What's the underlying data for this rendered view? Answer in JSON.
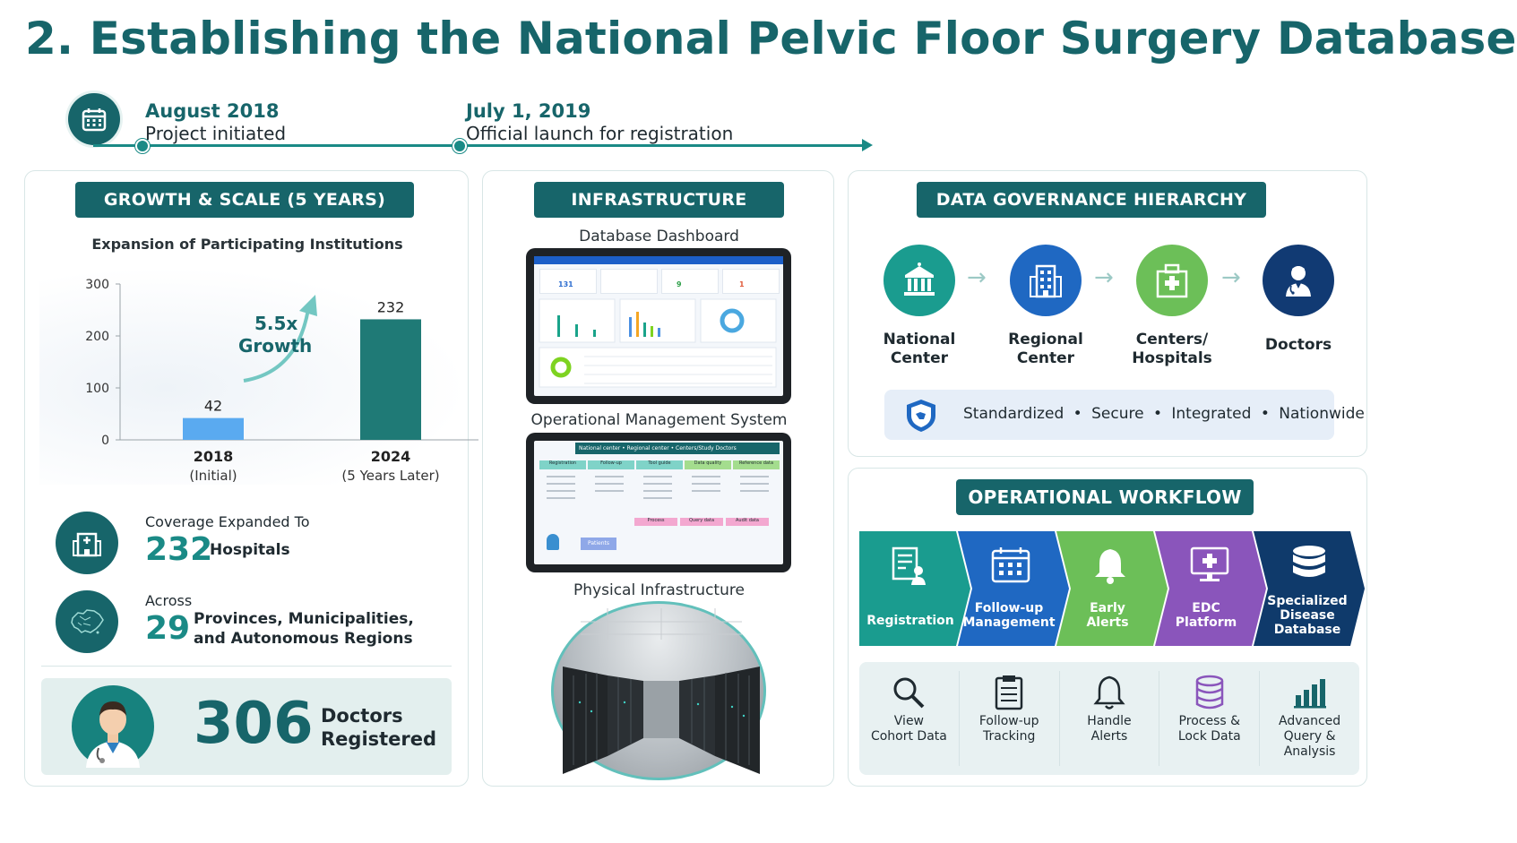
{
  "title": "2. Establishing the National Pelvic Floor Surgery Database",
  "timeline": [
    {
      "date": "August 2018",
      "desc": "Project initiated"
    },
    {
      "date": "July 1, 2019",
      "desc": "Official launch for registration"
    }
  ],
  "growth": {
    "header": "GROWTH & SCALE (5 YEARS)",
    "chart_title": "Expansion of Participating Institutions",
    "growth_label_1": "5.5x",
    "growth_label_2": "Growth",
    "coverage_prefix": "Coverage Expanded To",
    "coverage_value": "232",
    "coverage_unit": "Hospitals",
    "across_prefix": "Across",
    "across_value": "29",
    "across_text_1": "Provinces, Municipalities,",
    "across_text_2": "and Autonomous Regions",
    "doctors_value": "306",
    "doctors_text_1": "Doctors",
    "doctors_text_2": "Registered"
  },
  "chart_data": {
    "type": "bar",
    "title": "Expansion of Participating Institutions",
    "categories": [
      "2018",
      "2024"
    ],
    "category_sublabels": [
      "(Initial)",
      "(5 Years Later)"
    ],
    "values": [
      42,
      232
    ],
    "data_labels": [
      "42",
      "232"
    ],
    "bar_colors": [
      "#5aaaf0",
      "#1f7a76"
    ],
    "ylim": [
      0,
      300
    ],
    "yticks": [
      "0",
      "100",
      "200",
      "300"
    ],
    "ytick_values": [
      0,
      100,
      200,
      300
    ],
    "xlabel": "",
    "ylabel": "",
    "grid": false
  },
  "infrastructure": {
    "header": "INFRASTRUCTURE",
    "caption_1": "Database Dashboard",
    "caption_2": "Operational Management System",
    "caption_3": "Physical Infrastructure",
    "dash_kpis": [
      "131",
      "9",
      "1"
    ],
    "ops_banner": "National center • Regional center • Centers/Study Doctors",
    "ops_cols": [
      "Registration",
      "Follow-up",
      "Tool guide",
      "Data quality",
      "Reference data"
    ],
    "ops_row2": [
      "Process",
      "Query data",
      "Audit data"
    ],
    "ops_box": "Patients"
  },
  "governance": {
    "header": "DATA GOVERNANCE HIERARCHY",
    "levels": [
      {
        "line1": "National",
        "line2": "Center",
        "icon": "government-building-icon",
        "color": "#1a9c8f"
      },
      {
        "line1": "Regional",
        "line2": "Center",
        "icon": "office-building-icon",
        "color": "#1f68c2"
      },
      {
        "line1": "Centers/",
        "line2": "Hospitals",
        "icon": "hospital-icon",
        "color": "#6cbf58"
      },
      {
        "line1": "Doctors",
        "line2": "",
        "icon": "doctor-icon",
        "color": "#113a73"
      }
    ],
    "banner_items": [
      "Standardized",
      "Secure",
      "Integrated",
      "Nationwide"
    ],
    "sep": "•"
  },
  "workflow": {
    "header": "OPERATIONAL WORKFLOW",
    "steps": [
      {
        "line1": "Registration",
        "line2": "",
        "color": "#1a9c8f",
        "icon": "registration-form-icon"
      },
      {
        "line1": "Follow-up",
        "line2": "Management",
        "color": "#1f68c2",
        "icon": "calendar-icon"
      },
      {
        "line1": "Early",
        "line2": "Alerts",
        "color": "#6cbf58",
        "icon": "bell-icon"
      },
      {
        "line1": "EDC",
        "line2": "Platform",
        "color": "#8a55bb",
        "icon": "monitor-icon"
      },
      {
        "line1": "Specialized",
        "line2": "Disease",
        "line3": "Database",
        "color": "#0f3a6b",
        "icon": "database-icon"
      }
    ],
    "actions": [
      {
        "line1": "View",
        "line2": "Cohort Data",
        "line3": "",
        "icon": "search-icon",
        "color": "#1f2a30"
      },
      {
        "line1": "Follow-up",
        "line2": "Tracking",
        "line3": "",
        "icon": "clipboard-icon",
        "color": "#1f2a30"
      },
      {
        "line1": "Handle",
        "line2": "Alerts",
        "line3": "",
        "icon": "bell-icon",
        "color": "#1f2a30"
      },
      {
        "line1": "Process &",
        "line2": "Lock Data",
        "line3": "",
        "icon": "database-icon",
        "color": "#8a55bb"
      },
      {
        "line1": "Advanced",
        "line2": "Query &",
        "line3": "Analysis",
        "icon": "bar-chart-icon",
        "color": "#17656a"
      }
    ]
  }
}
